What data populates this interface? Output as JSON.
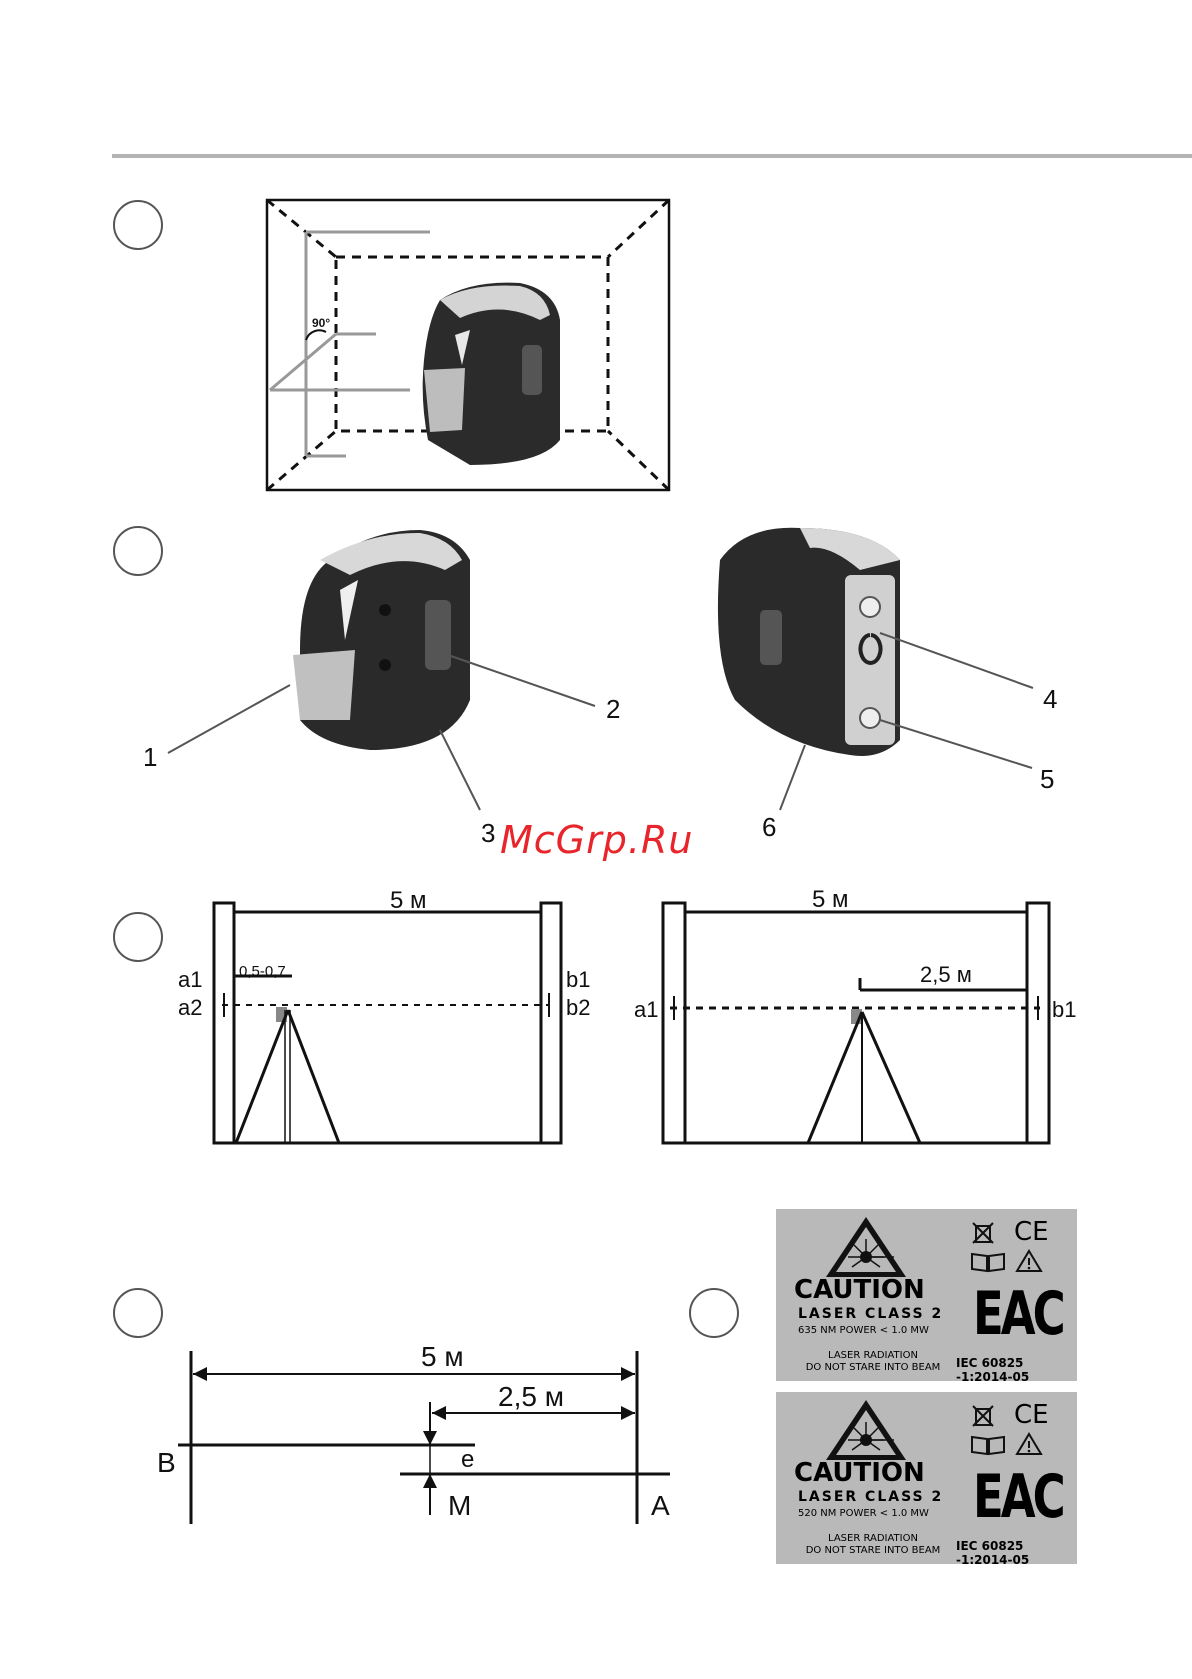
{
  "watermark": "McGrp.Ru",
  "fig2": {
    "callouts": [
      "1",
      "2",
      "3",
      "4",
      "5",
      "6"
    ]
  },
  "fig1": {
    "angle": "90°"
  },
  "fig3": {
    "left": {
      "dist": "5 м",
      "offset": "0,5-0,7",
      "a1": "a1",
      "a2": "a2",
      "b1": "b1",
      "b2": "b2"
    },
    "right": {
      "dist": "5 м",
      "half": "2,5 м",
      "a1": "a1",
      "b1": "b1"
    }
  },
  "fig4": {
    "dist": "5 м",
    "half": "2,5 м",
    "B": "B",
    "e": "e",
    "M": "M",
    "A": "A"
  },
  "labels": [
    {
      "caution": "CAUTION",
      "class": "LASER CLASS 2",
      "power": "635 NM POWER < 1.0 MW",
      "radiation1": "LASER RADIATION",
      "radiation2": "DO NOT STARE INTO BEAM",
      "iec": "IEC 60825 -1:2014-05",
      "ce": "CE",
      "eac": "EAC"
    },
    {
      "caution": "CAUTION",
      "class": "LASER CLASS 2",
      "power": "520 NM POWER < 1.0 MW",
      "radiation1": "LASER RADIATION",
      "radiation2": "DO NOT STARE INTO BEAM",
      "iec": "IEC 60825 -1:2014-05",
      "ce": "CE",
      "eac": "EAC"
    }
  ]
}
